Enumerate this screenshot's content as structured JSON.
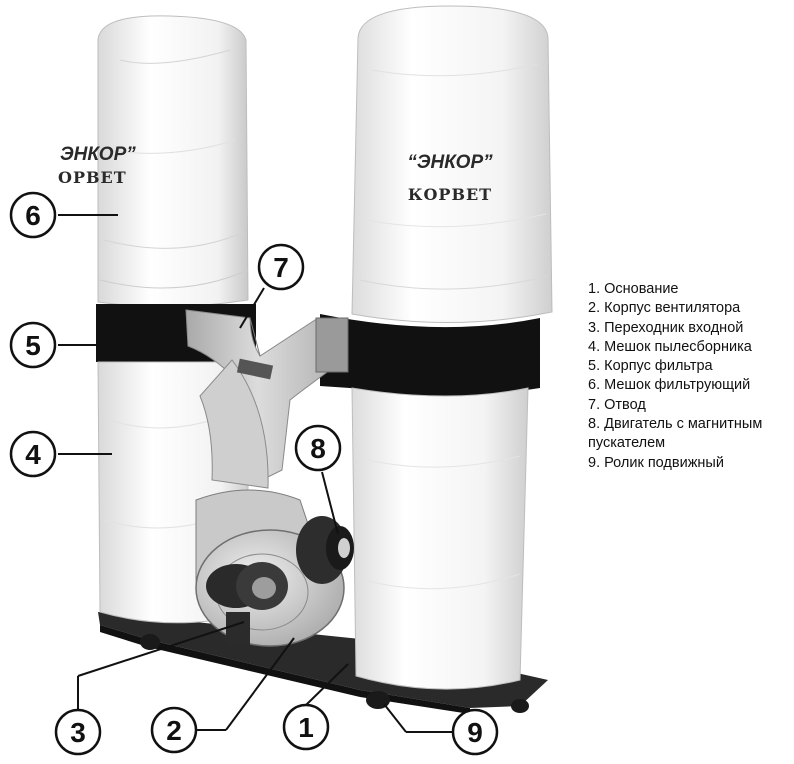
{
  "brand": {
    "name": "“ЭНКОР”",
    "name_partial": "ЭНКОР”",
    "model": "КОРВЕТ",
    "model_partial": "ОРВЕТ"
  },
  "callouts": [
    "1",
    "2",
    "3",
    "4",
    "5",
    "6",
    "7",
    "8",
    "9"
  ],
  "legend": [
    "1. Основание",
    "2. Корпус вентилятора",
    "3. Переходник входной",
    "4. Мешок пылесборника",
    "5. Корпус фильтра",
    "6. Мешок фильтрующий",
    "7. Отвод",
    "8. Двигатель с магнитным пускателем",
    "9. Ролик подвижный"
  ]
}
